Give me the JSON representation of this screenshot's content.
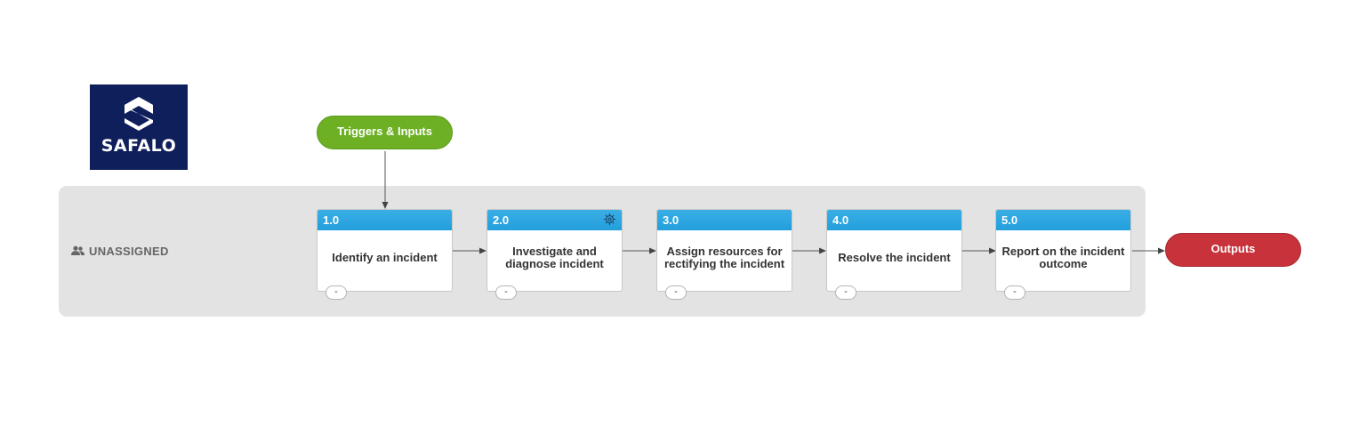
{
  "logo": {
    "text": "SAFALO",
    "bg_color": "#0f1f5c"
  },
  "lane": {
    "label": "UNASSIGNED",
    "icon": "users-icon"
  },
  "triggers": {
    "label": "Triggers & Inputs",
    "color": "#6db024"
  },
  "outputs": {
    "label": "Outputs",
    "color": "#c8323a"
  },
  "header_color": "#239fdc",
  "steps": [
    {
      "number": "1.0",
      "title": "Identify an incident",
      "badge": "-",
      "has_gear": false
    },
    {
      "number": "2.0",
      "title": "Investigate and diagnose incident",
      "badge": "-",
      "has_gear": true
    },
    {
      "number": "3.0",
      "title": "Assign resources for rectifying the incident",
      "badge": "-",
      "has_gear": false
    },
    {
      "number": "4.0",
      "title": "Resolve the incident",
      "badge": "-",
      "has_gear": false
    },
    {
      "number": "5.0",
      "title": "Report on the incident outcome",
      "badge": "-",
      "has_gear": false
    }
  ]
}
